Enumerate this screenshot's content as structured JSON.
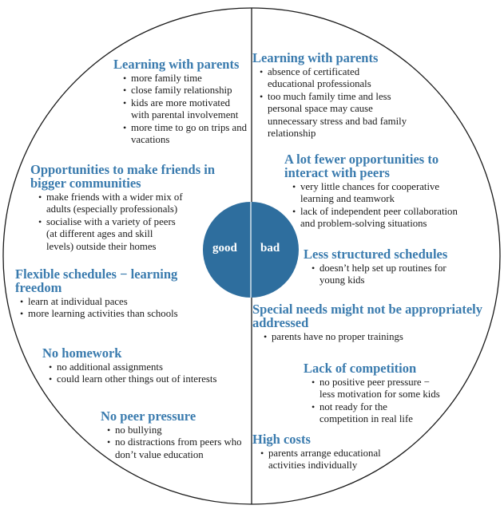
{
  "center": {
    "good_label": "good",
    "bad_label": "bad"
  },
  "colors": {
    "accent": "#3a7bae",
    "circle_fill": "#2e6e9e",
    "text": "#1a1a1a"
  },
  "good": [
    {
      "heading": "Learning with parents",
      "bullets": [
        "more family time",
        "close family relationship",
        "kids are more motivated\nwith parental involvement",
        "more time to go on trips and\nvacations"
      ]
    },
    {
      "heading": "Opportunities to make friends in\nbigger communities",
      "bullets": [
        "make friends with a wider mix of\nadults (especially professionals)",
        "socialise with a variety of peers\n(at different ages and skill\nlevels) outside their homes"
      ]
    },
    {
      "heading": "Flexible schedules − learning\nfreedom",
      "bullets": [
        "learn at individual paces",
        "more learning activities than schools"
      ]
    },
    {
      "heading": "No homework",
      "bullets": [
        "no additional assignments",
        "could learn other things out of interests"
      ]
    },
    {
      "heading": "No peer pressure",
      "bullets": [
        "no bullying",
        "no distractions from peers who\ndon’t value education"
      ]
    }
  ],
  "bad": [
    {
      "heading": "Learning with parents",
      "bullets": [
        "absence of certificated\neducational professionals",
        "too much family time and less\npersonal space may cause\nunnecessary stress and bad family\nrelationship"
      ]
    },
    {
      "heading": "A lot fewer opportunities to\ninteract with peers",
      "bullets": [
        "very little chances for cooperative\nlearning and teamwork",
        "lack of independent peer collaboration\nand problem-solving situations"
      ]
    },
    {
      "heading": "Less structured schedules",
      "bullets": [
        "doesn’t help set up routines for\nyoung kids"
      ]
    },
    {
      "heading": "Special needs might not be appropriately\naddressed",
      "bullets": [
        "parents have no proper trainings"
      ]
    },
    {
      "heading": "Lack of competition",
      "bullets": [
        "no positive peer pressure −\nless motivation for some kids",
        "not ready for the\ncompetition in real life"
      ]
    },
    {
      "heading": "High costs",
      "bullets": [
        "parents arrange educational\nactivities individually"
      ]
    }
  ]
}
